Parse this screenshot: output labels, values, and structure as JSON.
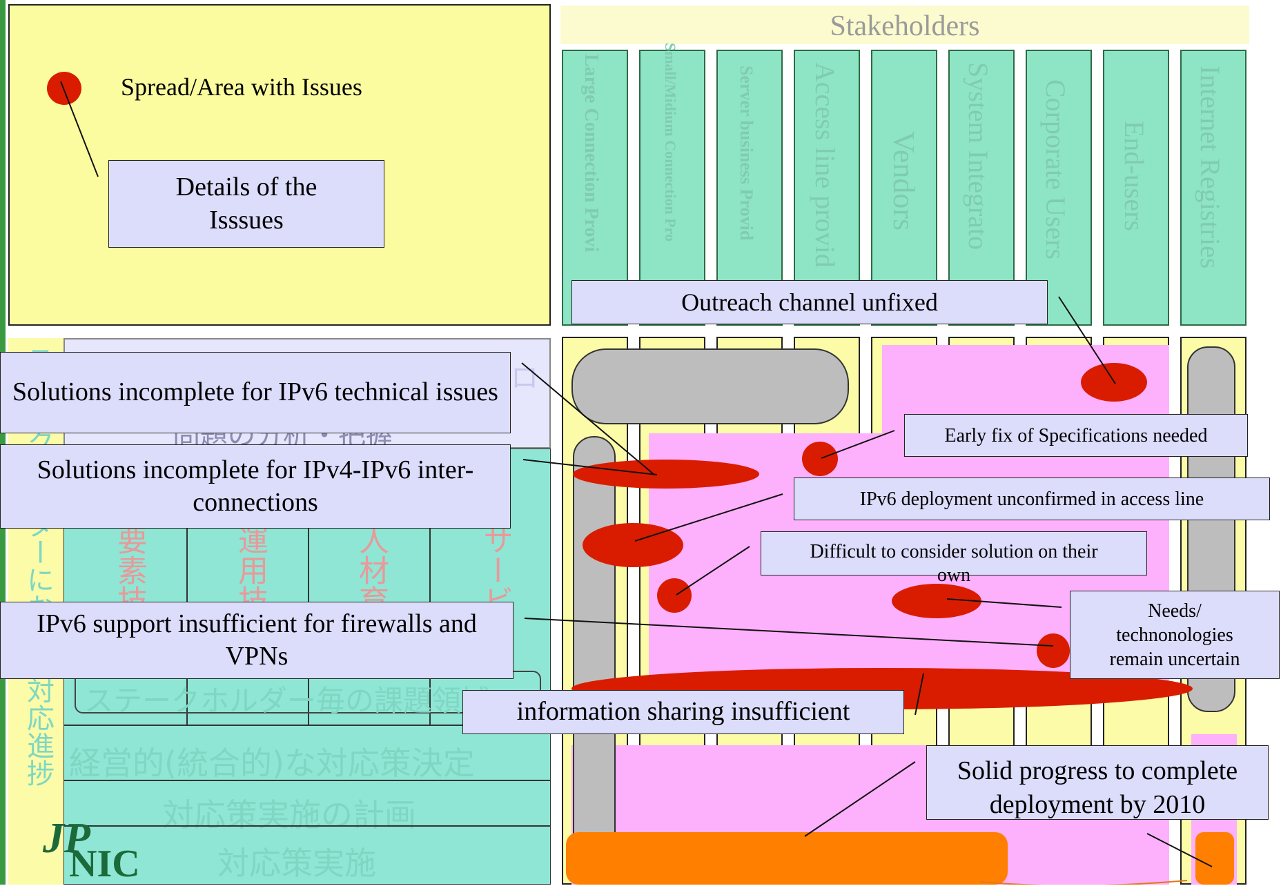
{
  "legend": {
    "spread_label": "Spread/Area with Issues",
    "details_label": "Details of the\nIsssues"
  },
  "stakeholders": {
    "title": "Stakeholders",
    "columns": [
      "Large Connection Provi",
      "Small/Midium Connection Pro",
      "Server business Provid",
      "Access line provid",
      "Vendors",
      "System Integrato",
      "Corporate Users",
      "End-users",
      "Internet Registries"
    ]
  },
  "left_panel": {
    "vertical_text": "ステークホルダーにおける対応進捗",
    "row_analysis": "問題の分析・把握",
    "row_top": "ロ",
    "cells": [
      "要素技",
      "運用技",
      "人材育",
      "サービ"
    ],
    "row_domain": "ステークホルダー毎の課題領域",
    "row_decision": "経営的(統合的)な対応策決定",
    "row_plan": "対応策実施の計画",
    "row_impl": "対応策実施"
  },
  "logo": {
    "top": "JP",
    "bottom": "NIC"
  },
  "callouts": {
    "outreach": "Outreach channel unfixed",
    "ipv6_technical": "Solutions incomplete for IPv6 technical issues",
    "ipv4_ipv6": "Solutions incomplete for IPv4-IPv6 inter-connections",
    "firewalls": "IPv6 support insufficient for firewalls and VPNs",
    "early_fix": "Early fix of Specifications needed",
    "access_line": "IPv6 deployment unconfirmed in access line",
    "difficult": "Difficult to consider solution on their own",
    "needs": "Needs/ technonologies remain uncertain",
    "info_sharing": "information sharing insufficient",
    "solid_progress": "Solid progress to complete deployment by 2010"
  },
  "colors": {
    "legend_bg": "#fbfba0",
    "stakeholder_col": "#8ee5c6",
    "issue_red": "#d91c00",
    "callout_bg": "#dcdcfb",
    "pink": "#fdb0fb",
    "orange": "#ff7f00"
  }
}
